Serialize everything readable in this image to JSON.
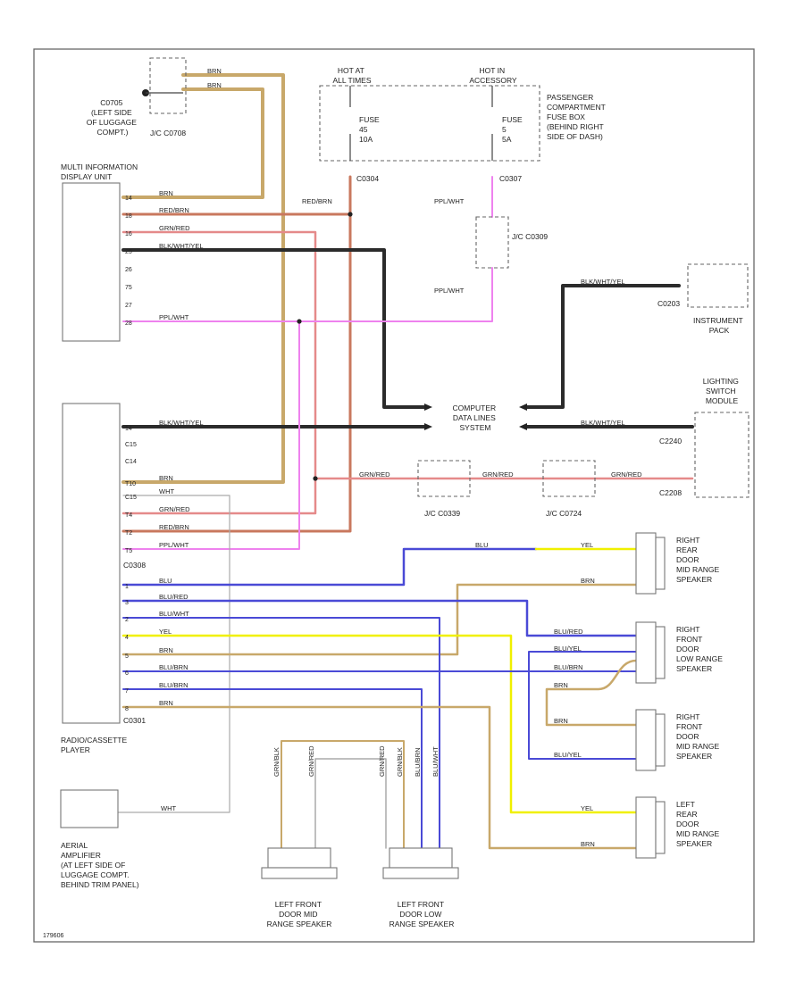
{
  "colors": {
    "brn": "#c8a86a",
    "redbrn": "#c9785e",
    "grnred": "#e58a8a",
    "blk": "#2b2b2b",
    "ppl": "#ee82ee",
    "blu": "#4a4ad6",
    "yel": "#f0f000",
    "gry": "#aaaaaa",
    "border": "#666666"
  },
  "components": {
    "c0706": {
      "lines": [
        "C0705",
        "(LEFT SIDE",
        "OF LUGGAGE",
        "COMPT.)"
      ]
    },
    "jc_c0708": {
      "label": "J/C C0708"
    },
    "hot_run_start": {
      "lines": [
        "HOT AT",
        "ALL TIMES"
      ]
    },
    "hot_accessory": {
      "lines": [
        "HOT IN",
        "ACCESSORY"
      ]
    },
    "fuse_a": {
      "lines": [
        "FUSE",
        "45",
        "10A"
      ]
    },
    "fuse_b": {
      "lines": [
        "FUSE",
        "5",
        "5A"
      ]
    },
    "pass_fuse_box": {
      "lines": [
        "PASSENGER",
        "COMPARTMENT",
        "FUSE BOX",
        "(BEHIND RIGHT",
        "SIDE OF DASH)"
      ]
    },
    "c0304": {
      "label": "C0304"
    },
    "c0307": {
      "label": "C0307"
    },
    "jc_c0309": {
      "label": "J/C C0309"
    },
    "mid": {
      "lines": [
        "MULTI INFORMATION",
        "DISPLAY UNIT"
      ]
    },
    "instrument_pack": {
      "conn": "C0203",
      "lines": [
        "INSTRUMENT",
        "PACK"
      ]
    },
    "cdl": {
      "lines": [
        "COMPUTER",
        "DATA LINES",
        "SYSTEM"
      ]
    },
    "lighting_switch": {
      "lines": [
        "LIGHTING",
        "SWITCH",
        "MODULE"
      ],
      "conn_a": "C2240",
      "conn_b": "C2208"
    },
    "jc_c0339": {
      "label": "J/C C0339"
    },
    "jc_c0724": {
      "label": "J/C C0724"
    },
    "radio": {
      "conn_a": "C0308",
      "conn_b": "C0301",
      "lines": [
        "RADIO/CASSETTE",
        "PLAYER"
      ]
    },
    "aerial": {
      "lines": [
        "AERIAL",
        "AMPLIFIER",
        "(AT LEFT SIDE OF",
        "LUGGAGE COMPT.",
        "BEHIND TRIM PANEL)"
      ]
    },
    "rr_mid": {
      "lines": [
        "RIGHT",
        "REAR",
        "DOOR",
        "MID RANGE",
        "SPEAKER"
      ]
    },
    "rf_low": {
      "lines": [
        "RIGHT",
        "FRONT",
        "DOOR",
        "LOW RANGE",
        "SPEAKER"
      ]
    },
    "rf_mid": {
      "lines": [
        "RIGHT",
        "FRONT",
        "DOOR",
        "MID RANGE",
        "SPEAKER"
      ]
    },
    "lr_mid": {
      "lines": [
        "LEFT",
        "REAR",
        "DOOR",
        "MID RANGE",
        "SPEAKER"
      ]
    },
    "lf_mid": {
      "lines": [
        "LEFT FRONT",
        "DOOR MID",
        "RANGE SPEAKER"
      ]
    },
    "lf_low": {
      "lines": [
        "LEFT FRONT",
        "DOOR LOW",
        "RANGE SPEAKER"
      ]
    },
    "corner": {
      "label": "179606"
    }
  },
  "wires": {
    "brn": "BRN",
    "redbrn": "RED/BRN",
    "grnred": "GRN/RED",
    "blkwht": "BLK/WHT/YEL",
    "pplwht": "PPL/WHT",
    "wht": "WHT",
    "blu": "BLU",
    "blured": "BLU/RED",
    "bluwht": "BLU/WHT",
    "yel": "YEL",
    "blubrn": "BLU/BRN",
    "bluyel": "BLU/YEL",
    "grnblk": "GRN/BLK"
  },
  "pins": {
    "mid_top": [
      "14",
      "18",
      "16",
      "25",
      "26",
      "75",
      "27",
      "28"
    ],
    "radio_c0308": [
      "14",
      "C15",
      "C14",
      "T10",
      "C15",
      "T4",
      "T2",
      "T5"
    ],
    "radio_c0301": [
      "1",
      "3",
      "2",
      "4",
      "5",
      "6",
      "7",
      "8"
    ]
  }
}
